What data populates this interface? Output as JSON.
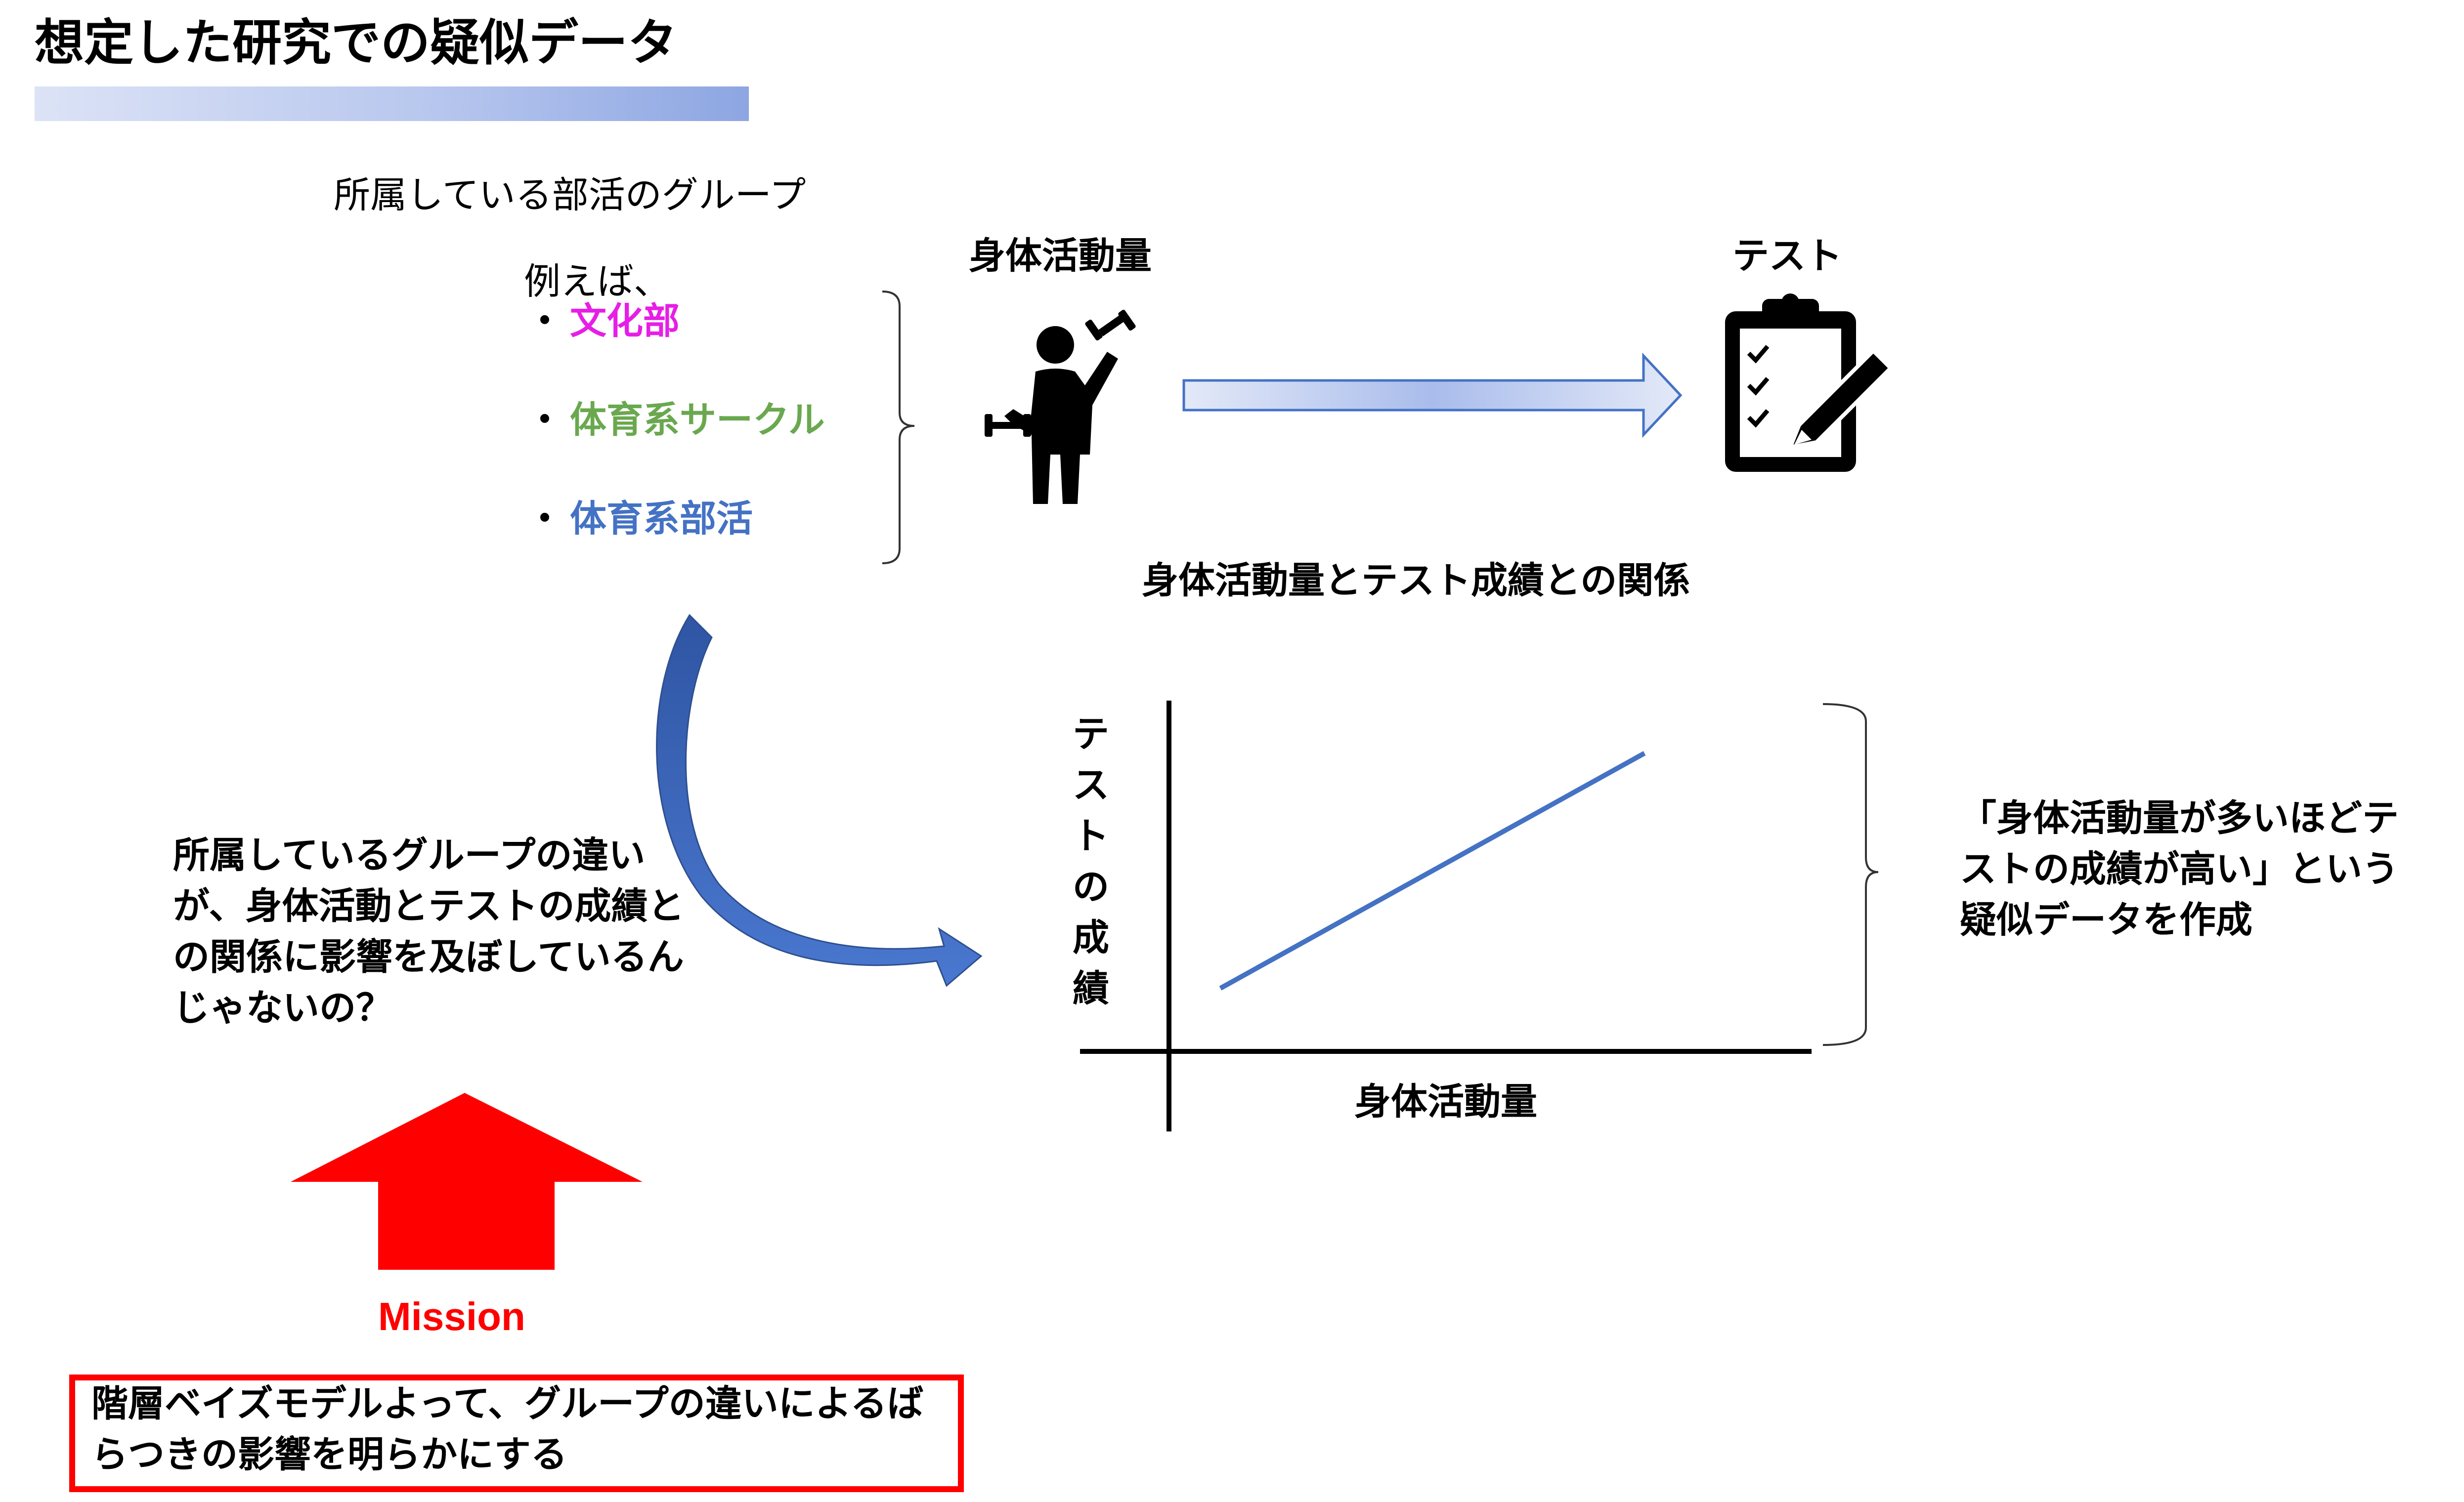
{
  "title": "想定した研究での疑似データ",
  "club_groups": {
    "heading": "所属している部活のグループ",
    "example_label": "例えば、",
    "bullet": "・",
    "items": [
      {
        "label": "文化部",
        "color": "#e61ee6"
      },
      {
        "label": "体育系サークル",
        "color": "#6aa84f"
      },
      {
        "label": "体育系部活",
        "color": "#4472c4"
      }
    ]
  },
  "activity_label": "身体活動量",
  "test_label": "テスト",
  "relation_title": "身体活動量とテスト成績との関係",
  "question_text": "所属しているグループの違いが、身体活動とテストの成績との関係に影響を及ぼしているんじゃないの？",
  "chart_data": {
    "type": "line",
    "xlabel": "身体活動量",
    "ylabel": "テスト の 成 績",
    "series": [
      {
        "x": [
          0.08,
          0.74
        ],
        "y": [
          0.18,
          0.85
        ],
        "color": "#4472c4"
      }
    ],
    "xlim": [
      0,
      1
    ],
    "ylim": [
      0,
      1
    ],
    "grid": false
  },
  "result_text": "「身体活動量が多いほどテストの成績が高い」という疑似データを作成",
  "mission": {
    "label": "Mission",
    "text": "階層ベイズモデルよって、グループの違いによるばらつきの影響を明らかにする",
    "color": "#ff0000"
  },
  "icons": [
    "dumbbell-person-icon",
    "clipboard-checklist-icon",
    "curved-arrow",
    "right-arrow",
    "up-arrow"
  ]
}
